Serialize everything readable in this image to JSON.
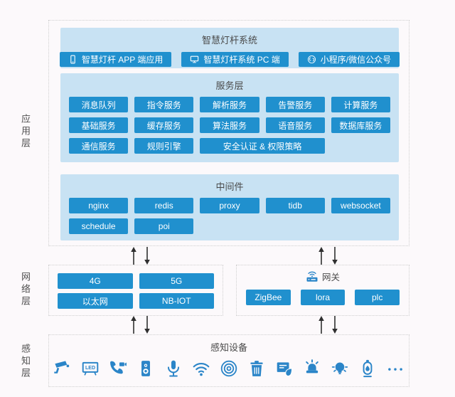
{
  "colors": {
    "page_bg": "#fcf9fb",
    "panel_bg": "#c8e2f3",
    "chip_bg": "#2090ce",
    "chip_text": "#ffffff",
    "title_text": "#4a4a4a",
    "icon_blue": "#2b85c8",
    "dotted_border": "#cfcfcf",
    "arrow": "#2f2f2f"
  },
  "layers": {
    "application": {
      "label": "应用层",
      "system": {
        "title": "智慧灯杆系统",
        "items": [
          {
            "icon": "mobile-icon",
            "label": "智慧灯杆 APP 端应用"
          },
          {
            "icon": "monitor-icon",
            "label": "智慧灯杆系统 PC 端"
          },
          {
            "icon": "miniprogram-icon",
            "label": "小程序/微信公众号"
          }
        ]
      },
      "services": {
        "title": "服务层",
        "rows": [
          [
            "消息队列",
            "指令服务",
            "解析服务",
            "告警服务",
            "计算服务"
          ],
          [
            "基础服务",
            "缓存服务",
            "算法服务",
            "语音服务",
            "数据库服务"
          ],
          [
            "通信服务",
            "规则引擎",
            "安全认证 & 权限策略"
          ]
        ]
      },
      "middleware": {
        "title": "中间件",
        "rows": [
          [
            "nginx",
            "redis",
            "proxy",
            "tidb",
            "websocket"
          ],
          [
            "schedule",
            "poi"
          ]
        ]
      }
    },
    "network": {
      "label": "网络层",
      "left_rows": [
        [
          "4G",
          "5G"
        ],
        [
          "以太网",
          "NB-IOT"
        ]
      ],
      "gateway_label": "网关",
      "right_items": [
        "ZigBee",
        "lora",
        "plc"
      ]
    },
    "perception": {
      "label": "感知层",
      "title": "感知设备",
      "devices": [
        "cctv-camera",
        "led-screen",
        "video-call-phone",
        "speaker",
        "microphone",
        "wifi",
        "sensor-rings",
        "trash-bin",
        "environment-monitor",
        "alarm-light",
        "smart-light",
        "charging-pile",
        "more"
      ]
    }
  }
}
